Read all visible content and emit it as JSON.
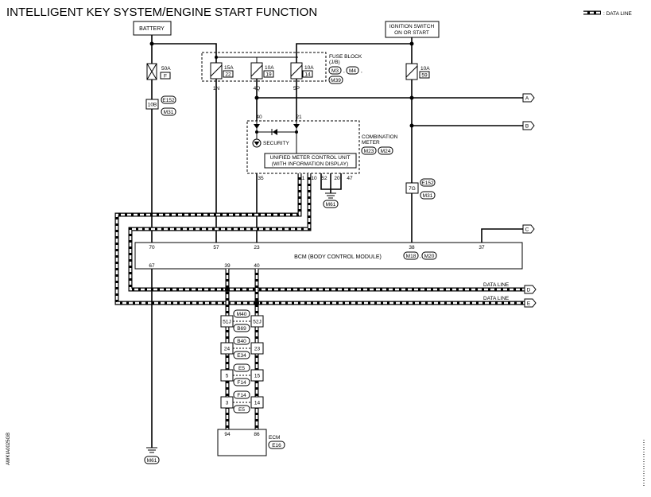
{
  "title": "INTELLIGENT KEY SYSTEM/ENGINE START FUNCTION",
  "legend": {
    "label": ": DATA LINE"
  },
  "battery": {
    "label": "BATTERY"
  },
  "ignition": {
    "line1": "IGNITION SWITCH",
    "line2": "ON OR START"
  },
  "fuse_block": {
    "line1": "FUSE BLOCK",
    "line2": "(J/B)",
    "conn1": "M3",
    "conn2": "M4",
    "conn3": "M39",
    "fuses": [
      {
        "amp": "15A",
        "num": "22",
        "term": "1N"
      },
      {
        "amp": "10A",
        "num": "19",
        "term": "4Q"
      },
      {
        "amp": "10A",
        "num": "14",
        "term": "5P"
      }
    ]
  },
  "fuse_50a": {
    "amp": "50A",
    "num": "F"
  },
  "fuse_10a_59": {
    "amp": "10A",
    "num": "59"
  },
  "conn_10b": {
    "term": "10B",
    "c1": "E152",
    "c2": "M31"
  },
  "conn_7g": {
    "term": "7G",
    "c1": "E152",
    "c2": "M31"
  },
  "meter": {
    "label1": "COMBINATION",
    "label2": "METER",
    "conn1": "M23",
    "conn2": "M24",
    "security": "SECURITY",
    "unit1": "UNIFIED METER CONTROL UNIT",
    "unit2": "(WITH INFORMATION DISPLAY)",
    "pin40": "40",
    "pin21": "21",
    "pin35": "35",
    "pin11": "11",
    "pin10": "10",
    "pin52": "52",
    "pin20": "20",
    "pin47": "47",
    "ground": "M61"
  },
  "bcm": {
    "label": "BCM (BODY CONTROL MODULE)",
    "conn1": "M18",
    "conn2": "M20",
    "pins_top": [
      "70",
      "57",
      "23",
      "38",
      "37"
    ],
    "pins_bottom": [
      "67",
      "39",
      "40"
    ]
  },
  "arrows": [
    "A",
    "B",
    "C",
    "D",
    "E"
  ],
  "data_line": "DATA LINE",
  "connectors": [
    {
      "left": "51J",
      "right": "52J",
      "top": "M40",
      "bottom": "B69"
    },
    {
      "left": "24",
      "right": "23",
      "top": "B40",
      "bottom": "E34"
    },
    {
      "left": "5",
      "right": "15",
      "top": "E5",
      "bottom": "F14"
    },
    {
      "left": "3",
      "right": "14",
      "top": "F14",
      "bottom": "E5"
    }
  ],
  "ecm": {
    "label": "ECM",
    "conn": "E16",
    "pin_left": "94",
    "pin_right": "86"
  },
  "ground_bottom": "M61",
  "side_code": "AWKIA0025GB"
}
